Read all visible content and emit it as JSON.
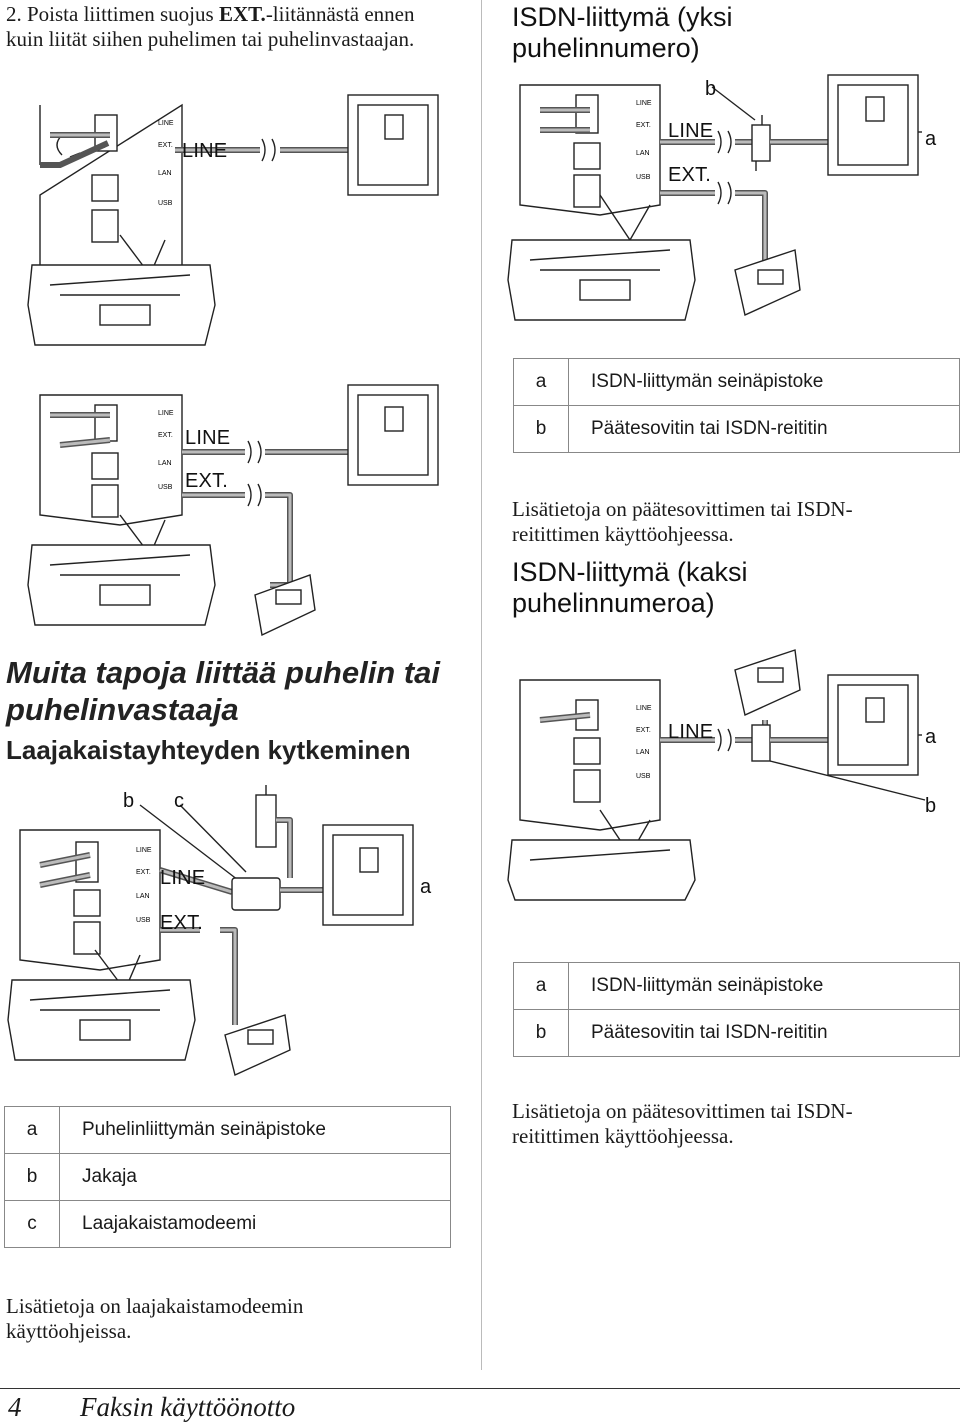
{
  "step": {
    "number": "2.",
    "text": "Poista liittimen suojus ",
    "bold": "EXT.",
    "after": "-liitännästä ennen kuin liität siihen puhelimen tai puhelinvastaajan."
  },
  "isdn_one": {
    "title": "ISDN-liittymä (yksi puhelinnumero)"
  },
  "isdn_two": {
    "title": "ISDN-liittymä (kaksi puhelinnumeroa)"
  },
  "labels": {
    "line": "LINE",
    "ext": "EXT.",
    "a": "a",
    "b": "b",
    "c": "c"
  },
  "port_labels": {
    "line": "LINE",
    "ext": "EXT.",
    "lan": "LAN",
    "usb": "USB"
  },
  "legend_isdn_1": [
    {
      "key": "a",
      "value": "ISDN-liittymän seinäpistoke"
    },
    {
      "key": "b",
      "value": "Päätesovitin tai ISDN-reititin"
    }
  ],
  "note_isdn_1": "Lisätietoja on päätesovittimen tai ISDN-reitittimen käyttöohjeessa.",
  "legend_isdn_2": [
    {
      "key": "a",
      "value": "ISDN-liittymän seinäpistoke"
    },
    {
      "key": "b",
      "value": "Päätesovitin tai ISDN-reititin"
    }
  ],
  "note_isdn_2": "Lisätietoja on päätesovittimen tai ISDN-reitittimen käyttöohjeessa.",
  "other_ways": {
    "heading": "Muita tapoja liittää puhelin tai puhelinvastaaja",
    "subheading": "Laajakaistayhteyden kytkeminen"
  },
  "legend_broadband": [
    {
      "key": "a",
      "value": "Puhelinliittymän seinäpistoke"
    },
    {
      "key": "b",
      "value": "Jakaja"
    },
    {
      "key": "c",
      "value": "Laajakaistamodeemi"
    }
  ],
  "note_broadband": "Lisätietoja on laajakaistamodeemin käyttöohjeissa.",
  "footer": {
    "page_number": "4",
    "chapter": "Faksin käyttöönotto"
  }
}
